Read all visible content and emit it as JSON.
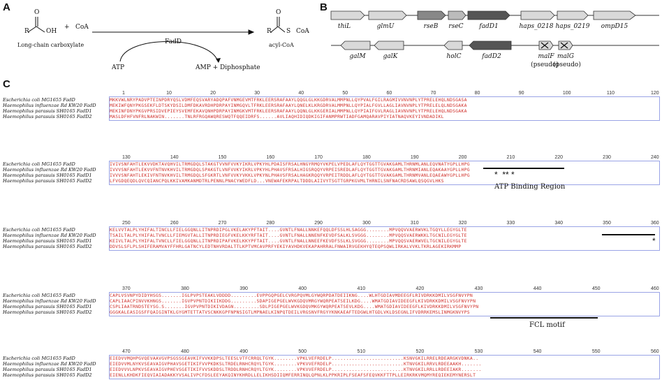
{
  "panels": {
    "a": "A",
    "b": "B",
    "c": "C"
  },
  "reaction": {
    "substrate_label": "Long-chain carboxylate",
    "plus": "+",
    "coa": "CoA",
    "enzyme": "FadD",
    "atp": "ATP",
    "products": "AMP + Diphosphate",
    "product_label": "acyl-CoA",
    "r_group": "R",
    "oh": "OH",
    "o": "O",
    "s_coa": "S",
    "coa_tail": "CoA"
  },
  "operons": {
    "row1": [
      "thiL",
      "glmU",
      "rseB",
      "rseC",
      "fadD1",
      "haps_0218",
      "haps_0219",
      "ompD15"
    ],
    "row2": [
      "galM",
      "galK",
      "holC",
      "fadD2",
      "malF",
      "malG"
    ],
    "pseudo": [
      "(pseudo)",
      "(pseudo)"
    ]
  },
  "alignment": {
    "sequence_names": [
      "Escherichia coli MG1655 FadD",
      "Haemophilus influenzae Rd KW20 FadD",
      "Haemophilus parasuis SH0165 FadD1",
      "Haemophilus parasuis SH0165 FadD2"
    ],
    "blocks": [
      {
        "ruler": [
          "1",
          "10",
          "20",
          "30",
          "40",
          "50",
          "60",
          "70",
          "80",
          "90",
          "100",
          "110",
          "120"
        ],
        "rows": [
          "MKKVWLNRYPADVPTEINPDRYQSLVDMFEQSVARYADQPAFVNMGEVMTFRKLEERSRAFAAYLQQGLGLKKGDRVALMMPNLLQYPVALFGILRAGMIVVNVNPLYTPRELEHQLNDSGASA",
          "MEKIWFQNYPKGSEKFLDTSKYDSILDMFDKAVRDHPDRPAYINMGQVLTFRKLEERSRAFAAYLQNELKLKRGDRVALMMPNLLQYPIALFGVLLAGLIAVNVNPLYTPRELELQLNDSGAKA",
          "MEKINFDNYPKGVPRSIDVEPIEYSVEMFEKAVQNHPDRPAYINMGKVMTFRKLEERSRAFAAYLQQNLGLKKGERIALMMPNLLQYPIAIFGVLRAGLIAVNVNPLYTPRELEHQLNDSGAKA",
          "MASLDFHFVNFRLNAKWIN.......TNLRFRGQAWQRESWQTFQQEIDRFS......AVLIAQHIDIQDKIGIFANMPRWTIADFGAMQARAVPIYIATNAQVKEYIVNDADIKL"
        ]
      },
      {
        "ruler": [
          "130",
          "140",
          "150",
          "160",
          "170",
          "180",
          "190",
          "200",
          "210",
          "220",
          "230",
          "240"
        ],
        "rows": [
          "IVIVSNFAHTLEKVVDKTAVQHVILTRMGDQLSTAKGTVVNFVVKYIKRLVPKYHLPDAISFRSALHNGYRMQYVKPELVPEDLAFLQYTGGTTGVAKGAMLTHRNMLANLEQVNATYGPLLHPG",
          "IVVVSNFAHTLEKVVFNTNVKHVILTRMGDQLSPAKGTLVNFVVKYIKRLVPKYHLPHAVSFRSALHIGSRQQYVRPEISREDLAFLQYTGGTTGVAKGAMLTHRNMIANLEQAKAAYGPLLHPG",
          "IVVVSNFAHTLEKIVFNTNVKHVILTRMGDQLSFGKRTLVNFVVKYVKKLVPKYNLPHAVSFRSALHAGKRQQYVRPEITRDDLAFLQYTGGTTGVAKGAMLTHRNMVANLEQAEAWYGPLLHPG",
          "LFVGDQEQDLQVCQIANCPQLKKIVAMKANMDTRLPENNLPNACYWEDFLD...VNEWAFEKRPALTDDDLAIIVYTSGTTGRPKGVMLTHRNILSNFNACRDSAWLQSQGVLHKS"
        ]
      },
      {
        "ruler": [
          "250",
          "260",
          "270",
          "280",
          "290",
          "300",
          "310",
          "320",
          "330",
          "340",
          "350",
          "360"
        ],
        "rows": [
          "KELVVTALPLYHIFALTINCLLFIELGGQNLLITNPRDIPGLVKELAKYPFTAIT....GVNTLFNALLNNKEFQQLDFSSLHLSAGGG........MPVQQVVAERWVKLTGQYLLEGYGLTE",
          "TSAILTALPLYHIFALTVNCLLFIEMGVTALLITNPRDIEGFVKELKKYRFTAIT....GVNTLFNALLNNENFKEVDFSALKLSVGGG........MPVQQSVAERWKKLTGCNILEGYGLTE",
          "KEIVLTALPLYHIFALTVNCLLFIELGGQNLLITNPRDIPAFVKELKKYPFTAIT....GVNTLFNALLNNEEFKEVDFSSLKLSVGGG........MPVQQSVAERWVELTGCNILEGYGLTE",
          "DDVSLSFLPLSHIFERAMVAYFFHRLGATNCYLEDTNHVRDALTTLKPTVMCAVPRFYEKIYAVHDKVEKAPAHRRALFNWAIRVGEKHYQTEQPSQWLIRKALVVKLTKRLAGEKIRKMMP"
        ]
      },
      {
        "ruler": [
          "370",
          "380",
          "390",
          "400",
          "410",
          "420",
          "430",
          "440",
          "450",
          "460"
        ],
        "rows": [
          "CAPLVSVNPYDIDYHSGS.......IGLPVPSTEAKLVDDDD.........EVPPGQPGELCVRGPQVMLGYWQRPDATDEIIKNG....WLHTGDIAVMDEEGFLRIVDRKKDMILVSGFNVYPN",
          "CAPLIAACPINVVKHNGS.......IGVPVPNTDIKIIKDDG.........SDAPIGEPGELWVKGDQVMRGYWQRPEATSEILKDG....WMATGDIAVIDEEGFLKIVDRKKDMILVSGFNVYPN",
          "CSPLIAATRNDSTEYSG.S.......IGVPVPNTDIKIVDAGN.........SDLPIGEPGELWVKGDQVMKGYWQRPEATSEVLKDG....WMATGDIAVIDEEGFLKIVDRKKDMILVSGFNVYPN",
          "GGGKALEASIGSFFQAIGINTKLGYGMTETTATVSCNKKGPFNPNSIGTLMPNAELKINPQTDEILVRGSNVFRGYYKNKAEAFTEDGWLHTGDLVKLDSEGNLIFVDRRKEMSLINMGKNVYPS"
        ]
      },
      {
        "ruler": [
          "470",
          "480",
          "490",
          "500",
          "510",
          "520",
          "530",
          "540",
          "550",
          "560"
        ],
        "rows": [
          "EIEDVVMQHPGVQEVAAVGVPSGSSGEAVKIFVVKKDPSLTEESLVTFCRRQLTGYK........VPKLVEFRDELP.........................KSNVGKILRRELRDEARGKVDNKA..",
          "EIEDVVMLNYKVSEAVAIGVPHAVSGETIKIFVVPKDKSLTRDELRNHCRQYLTGYK........VPKVVEFRDELP.........................KTNVGKILRRVLRDEEAAKH.......",
          "EIEDVVVLNPKVSEAVAIGVPHEVSGETIKIFVVSKDDSLTRDDLRNHCRQYLTGYK........VPKVVEFRDELP.........................KTNVGKILRRLLRDEEIAKR.......",
          "EIENLLKHDKFIEQVIAIADAKKYVSALIVPCFDSLEEYAKQINYKHRDLLELIKHSDIIQMFERRINQLQPNLKLPPKRIPLFSEAFSFEQVKKFTTPLLEIRKRKVMQMYREQIEKEMYNERSLT"
        ]
      }
    ],
    "motifs": {
      "atp": "ATP Binding Region",
      "fcl": "FCL motif",
      "atp_marks": "*  ** *",
      "star": "*"
    }
  }
}
